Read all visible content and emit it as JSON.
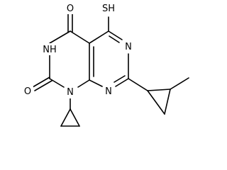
{
  "molecule": {
    "atoms": {
      "o_top": "O",
      "sh": "SH",
      "nh": "NH",
      "n_ring_right": "N",
      "o_left": "O",
      "n_ring_bottom": "N",
      "n1": "N"
    }
  }
}
